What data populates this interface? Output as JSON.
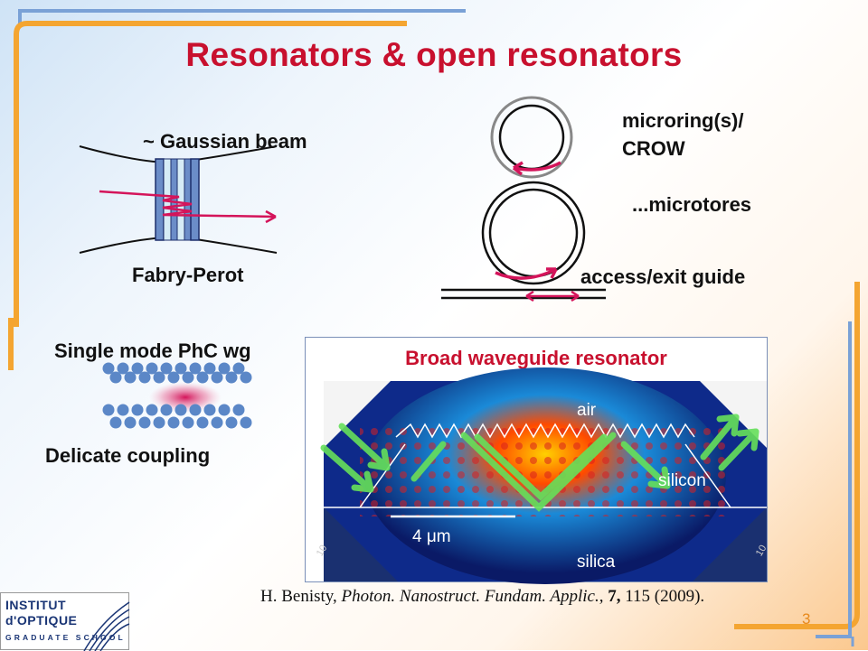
{
  "slide": {
    "title": "Resonators & open resonators",
    "page_number": "3"
  },
  "fabry_perot": {
    "beam_label": "~ Gaussian beam",
    "caption": "Fabry-Perot"
  },
  "microring": {
    "label": "microring(s)/ CROW",
    "microtores_label": "...microtores",
    "access_label": "access/exit guide"
  },
  "phc": {
    "label": "Single mode PhC wg",
    "caption": "Delicate coupling"
  },
  "broad_waveguide": {
    "title": "Broad waveguide resonator",
    "labels": {
      "air": "air",
      "silicon": "silicon",
      "silica": "silica",
      "scale": "4 μm",
      "tick_left": "10",
      "tick_right": "10"
    }
  },
  "citation": {
    "author": "H. Benisty,",
    "journal": "Photon. Nanostruct. Fundam. Applic.",
    "volume": "7,",
    "pages_year": "115 (2009)."
  },
  "logo": {
    "line1": "INSTITUT",
    "line2": "d'OPTIQUE",
    "line3": "GRADUATE SCHOOL"
  },
  "colors": {
    "title_red": "#c8102e",
    "frame_orange": "#f4a531",
    "frame_blue": "#7aa1d6",
    "magenta": "#d4145a",
    "green": "#66e05a"
  }
}
